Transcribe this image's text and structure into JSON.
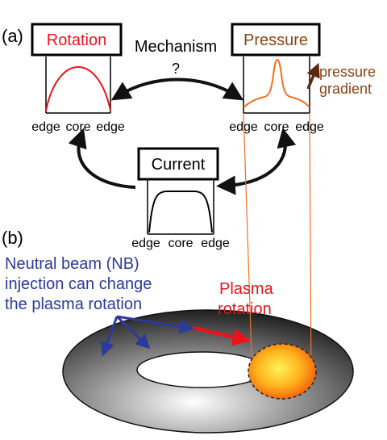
{
  "panel_labels": {
    "a": "(a)",
    "b": "(b)"
  },
  "boxes": {
    "rotation": {
      "title": "Rotation",
      "color": "#e8141c"
    },
    "pressure": {
      "title": "Pressure",
      "color": "#8b4513"
    },
    "current": {
      "title": "Current",
      "color": "#000000"
    }
  },
  "axis_ticks": [
    "edge",
    "core",
    "edge"
  ],
  "mechanism": {
    "line1": "Mechanism",
    "line2": "?"
  },
  "pressure_gradient": {
    "line1": "pressure",
    "line2": "gradient",
    "color": "#8b4513"
  },
  "nb_text": {
    "lines": [
      "Neutral beam (NB)",
      "injection can change",
      "the plasma rotation"
    ],
    "color": "#2b3a9c"
  },
  "plasma_rotation": {
    "line1": "Plasma",
    "line2": "rotation",
    "color": "#e8141c"
  },
  "curve_colors": {
    "rotation": "#e8141c",
    "pressure": "#f07020",
    "current": "#000000"
  }
}
